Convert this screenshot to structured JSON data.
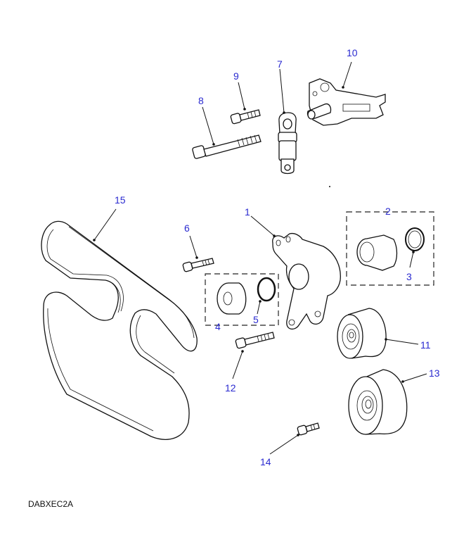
{
  "diagram": {
    "title_code": "DABXEC2A",
    "label_color": "#2a2ad0",
    "callouts": [
      {
        "id": "1",
        "part": "tensioner-arm"
      },
      {
        "id": "2",
        "part": "pivot-bush-kit"
      },
      {
        "id": "3",
        "part": "seal-ring"
      },
      {
        "id": "4",
        "part": "bush-kit"
      },
      {
        "id": "5",
        "part": "o-ring"
      },
      {
        "id": "6",
        "part": "bolt"
      },
      {
        "id": "7",
        "part": "damper"
      },
      {
        "id": "8",
        "part": "long-bolt"
      },
      {
        "id": "9",
        "part": "bolt"
      },
      {
        "id": "10",
        "part": "mounting-bracket"
      },
      {
        "id": "11",
        "part": "idler-pulley"
      },
      {
        "id": "12",
        "part": "bolt"
      },
      {
        "id": "13",
        "part": "tensioner-pulley"
      },
      {
        "id": "14",
        "part": "bolt"
      },
      {
        "id": "15",
        "part": "drive-belt"
      }
    ]
  }
}
